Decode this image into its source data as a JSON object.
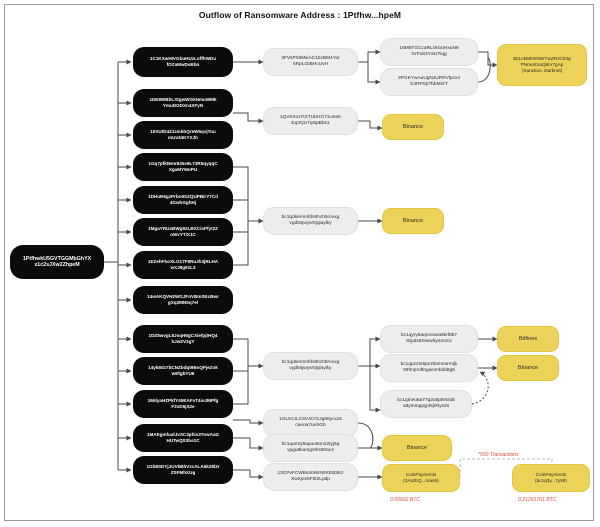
{
  "title": "Outflow of Ransomware Address : 1Ptfhw...hpeM",
  "root": {
    "label": "1PtfhwkU5GVTGGMbGhYX\nx1c2sJXw2ZhpeM"
  },
  "col_black": [
    {
      "id": "b1",
      "label": "1C1KXwHIVGbuHUzLoffhWDu\nfOZaMwDsBbn"
    },
    {
      "id": "b2",
      "label": "1DE8WBbLXtgwWGkNmuWMk\nYmuDGDXn4XFyN"
    },
    {
      "id": "b3",
      "label": "19XUtD4Z1UobbQreW5qvjTuu\nmUv34KYXJh"
    },
    {
      "id": "b4",
      "label": "1Gq7pfkt6mr845v9L73R5qyqqC\nXgaMY9mPU"
    },
    {
      "id": "b5",
      "label": "1DHuR6gzPrbo9SZQUPBirY7Cd\n4GwhGghHj"
    },
    {
      "id": "b6",
      "label": "1MgaYRUxBWg92LBXCisPfyt2Z\noWvYTiX1C"
    },
    {
      "id": "b7",
      "label": "1EZehFhoXLG17F8RuJh3jRLHA\nwXJ8g91L3"
    },
    {
      "id": "b8",
      "label": "14wAKQVH2WGJFoVBmSEcBwr\ngXq2MN5q7el"
    },
    {
      "id": "b9",
      "label": "1DZ5wvgL8JsqH8gCXiefpjtHQ4\nhJw2V3gY"
    },
    {
      "id": "b10",
      "label": "14yk8dz7bCNZbdqt9BsQPjeZok\nwEfgbYU6"
    },
    {
      "id": "b11",
      "label": "1MdyaHZPkfY49EAFvT4ioJMPfg\nF3vD5jS2e"
    },
    {
      "id": "b12",
      "label": "1MAEgmhadJvSC3phis3TowAaG\nHUTwQS3bs1C"
    },
    {
      "id": "b13",
      "label": "1Gb8SDYjJUVkBhVzcALA5k28l3r\nZSFMhXUg"
    }
  ],
  "col_grey": [
    {
      "id": "g1",
      "label": "3FVsPX9kNiAC1bcBM4Yor\n5RpLGtBHcUvH"
    },
    {
      "id": "g2",
      "label": "1QVKmUYtXTUbHG71UesK\nEq3QU7iy5pBbs1"
    },
    {
      "id": "g3",
      "label": "bc1qdsermnfds6hch5rcexg\nvgd5sjwysr0jqlaylky"
    },
    {
      "id": "g4",
      "label": "bc1qdsermnfds6hch5rcexg\nvgd5sjwysr0jqlaylky"
    },
    {
      "id": "g5",
      "label": "1GUcCILC6VJCrGJg68ycx2s\ncaeoa7uvSGb"
    },
    {
      "id": "g6",
      "label": "bc1qan2y9apuu5nn22tyj6q\nvpgu8kumgvths60ac4"
    },
    {
      "id": "g7",
      "label": "13CPvFCWBs4oIWN9XEB3Kz\nXwXjex5F5t2Lpdp"
    }
  ],
  "col_grey_right": [
    {
      "id": "r1",
      "label": "16M6TGCcaRLckGoHxuN9\nGrFu83YSUTiqg"
    },
    {
      "id": "r2",
      "label": "3PGKYwAaUgNJURRVlpcx4\nE4RPSjr7bbMiXT"
    },
    {
      "id": "r3",
      "label": "bc1qyry5aqnmswa9krf9b7\n8zjats92sewhynm2cx"
    },
    {
      "id": "r4",
      "label": "bc1qpzzto5pnz6xmnormijk\n59fmpruftngwombdd8g5"
    },
    {
      "id": "r5",
      "label": "bc1qtneu6a77g2u5p8r5ra5\na3ymmppyj45j0lryxz8"
    }
  ],
  "col_yellow": [
    {
      "id": "y_sanction",
      "label": "361AkMKNNWYwZRzCE8p\nPNmohSaQ6iV7gAp\n(Sanction, Darknet)",
      "size": "small"
    },
    {
      "id": "y_bin1",
      "label": "Binance",
      "size": "normal"
    },
    {
      "id": "y_bin2",
      "label": "Binance",
      "size": "normal"
    },
    {
      "id": "y_bitfinex",
      "label": "Bitfinex",
      "size": "normal"
    },
    {
      "id": "y_bin3",
      "label": "Binance",
      "size": "normal"
    },
    {
      "id": "y_bin4",
      "label": "Binance",
      "size": "normal"
    },
    {
      "id": "y_cp1",
      "label": "CoinPayments\n(3AxzbQ...mao6)",
      "size": "small"
    },
    {
      "id": "y_cp2",
      "label": "CoinPayments\n(bc1q3y...7y88)",
      "size": "small"
    }
  ],
  "annotations": {
    "transactions_note": "*500 Transactions",
    "amount_left": "0.00022 BTC",
    "amount_right": "0.21291701 BTC"
  },
  "colors": {
    "node_black": "#0b0b0b",
    "node_grey": "#eceded",
    "node_yellow": "#edd259",
    "accent_red": "#e0483c",
    "edge": "#4a4a4a"
  }
}
